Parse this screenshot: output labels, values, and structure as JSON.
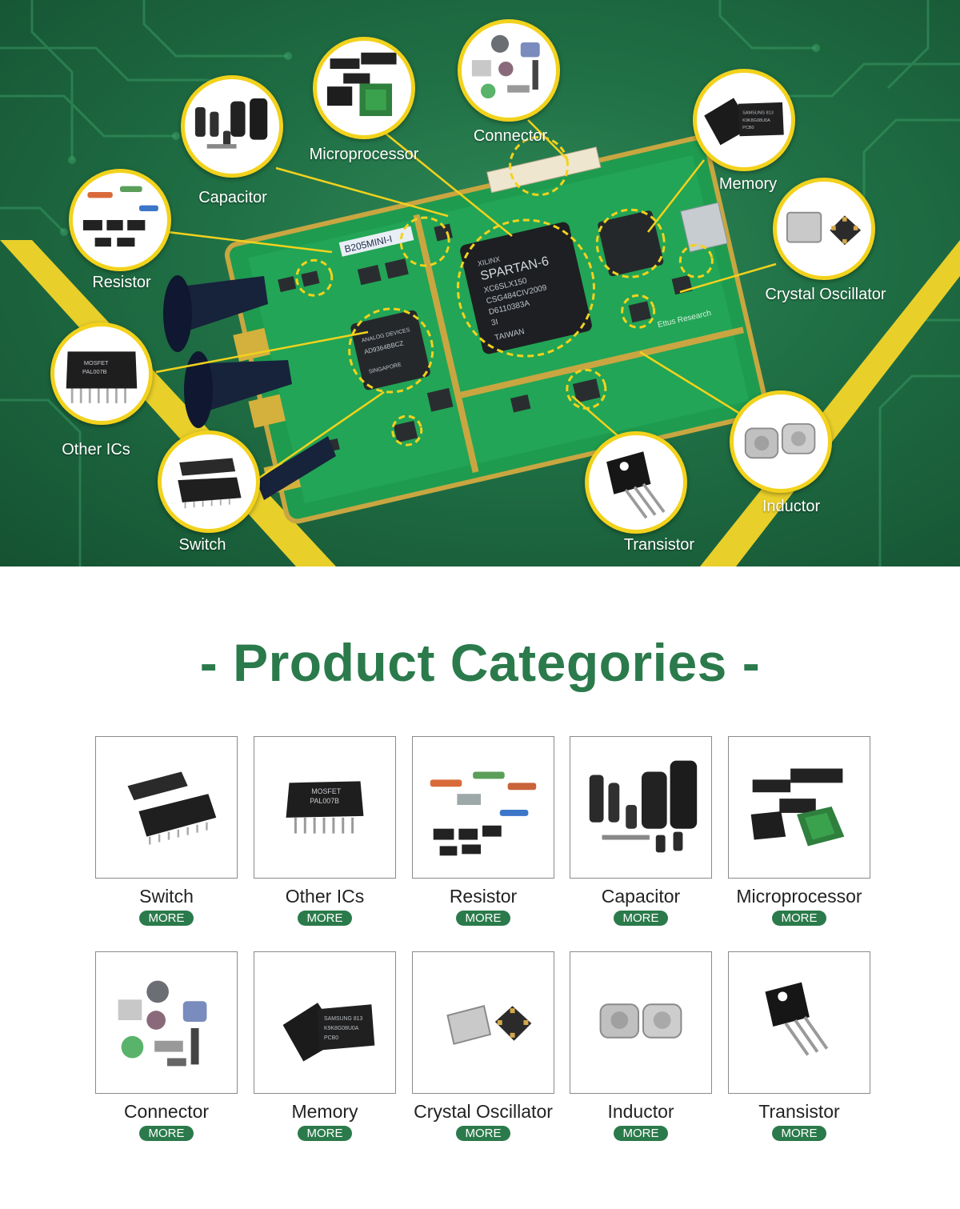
{
  "hero": {
    "chip_texts": {
      "fpga_brand": "XILINX",
      "fpga_family": "SPARTAN-6",
      "fpga_part": "XC6SLX150",
      "fpga_code": "CSG484CIV2009",
      "fpga_lot": "D6110383A",
      "fpga_grade": "3I",
      "fpga_origin": "TAIWAN",
      "adc_brand": "ANALOG DEVICES",
      "adc_part": "AD9364BBCZ",
      "adc_origin": "SINGAPORE",
      "board_tag": "B205MINI-I",
      "board_maker": "Ettus Research"
    },
    "labels": [
      {
        "id": "microprocessor",
        "text": "Microprocessor"
      },
      {
        "id": "connector",
        "text": "Connector"
      },
      {
        "id": "capacitor",
        "text": "Capacitor"
      },
      {
        "id": "memory",
        "text": "Memory"
      },
      {
        "id": "resistor",
        "text": "Resistor"
      },
      {
        "id": "crystal",
        "text": "Crystal Oscillator"
      },
      {
        "id": "other-ics",
        "text": "Other ICs"
      },
      {
        "id": "switch",
        "text": "Switch"
      },
      {
        "id": "inductor",
        "text": "Inductor"
      },
      {
        "id": "transistor",
        "text": "Transistor"
      }
    ]
  },
  "section": {
    "title": "- Product Categories -",
    "more_label": "MORE"
  },
  "categories": [
    {
      "name": "Switch",
      "icon": "switch-icon"
    },
    {
      "name": "Other ICs",
      "icon": "ic-icon"
    },
    {
      "name": "Resistor",
      "icon": "resistor-icon"
    },
    {
      "name": "Capacitor",
      "icon": "capacitor-icon"
    },
    {
      "name": "Microprocessor",
      "icon": "microprocessor-icon"
    },
    {
      "name": "Connector",
      "icon": "connector-icon"
    },
    {
      "name": "Memory",
      "icon": "memory-icon"
    },
    {
      "name": "Crystal Oscillator",
      "icon": "crystal-oscillator-icon"
    },
    {
      "name": "Inductor",
      "icon": "inductor-icon"
    },
    {
      "name": "Transistor",
      "icon": "transistor-icon"
    }
  ],
  "colors": {
    "brand_green": "#2b7a4b",
    "accent_yellow": "#f2d21d",
    "board_green": "#1e9b4f"
  }
}
